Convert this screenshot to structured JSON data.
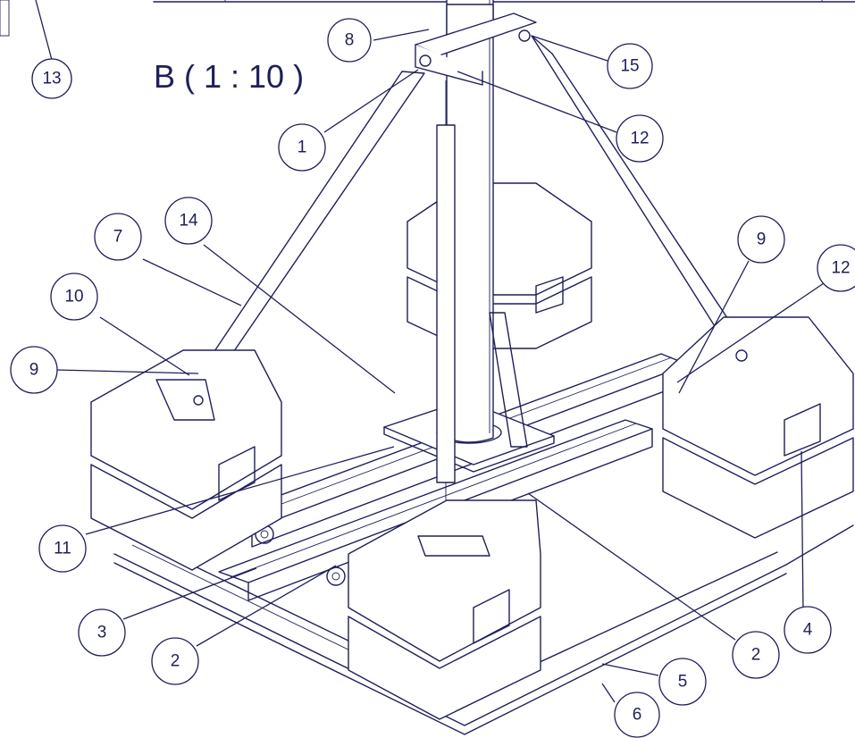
{
  "view": {
    "title": "B ( 1 : 10 )"
  },
  "balloons": [
    {
      "id": "balloon-13",
      "label": "13"
    },
    {
      "id": "balloon-8",
      "label": "8"
    },
    {
      "id": "balloon-15",
      "label": "15"
    },
    {
      "id": "balloon-1",
      "label": "1"
    },
    {
      "id": "balloon-12-top",
      "label": "12"
    },
    {
      "id": "balloon-7",
      "label": "7"
    },
    {
      "id": "balloon-14",
      "label": "14"
    },
    {
      "id": "balloon-9-right",
      "label": "9"
    },
    {
      "id": "balloon-12-right",
      "label": "12"
    },
    {
      "id": "balloon-10",
      "label": "10"
    },
    {
      "id": "balloon-9-left",
      "label": "9"
    },
    {
      "id": "balloon-11",
      "label": "11"
    },
    {
      "id": "balloon-3",
      "label": "3"
    },
    {
      "id": "balloon-2-left",
      "label": "2"
    },
    {
      "id": "balloon-4",
      "label": "4"
    },
    {
      "id": "balloon-2-right",
      "label": "2"
    },
    {
      "id": "balloon-5",
      "label": "5"
    },
    {
      "id": "balloon-6",
      "label": "6"
    }
  ]
}
